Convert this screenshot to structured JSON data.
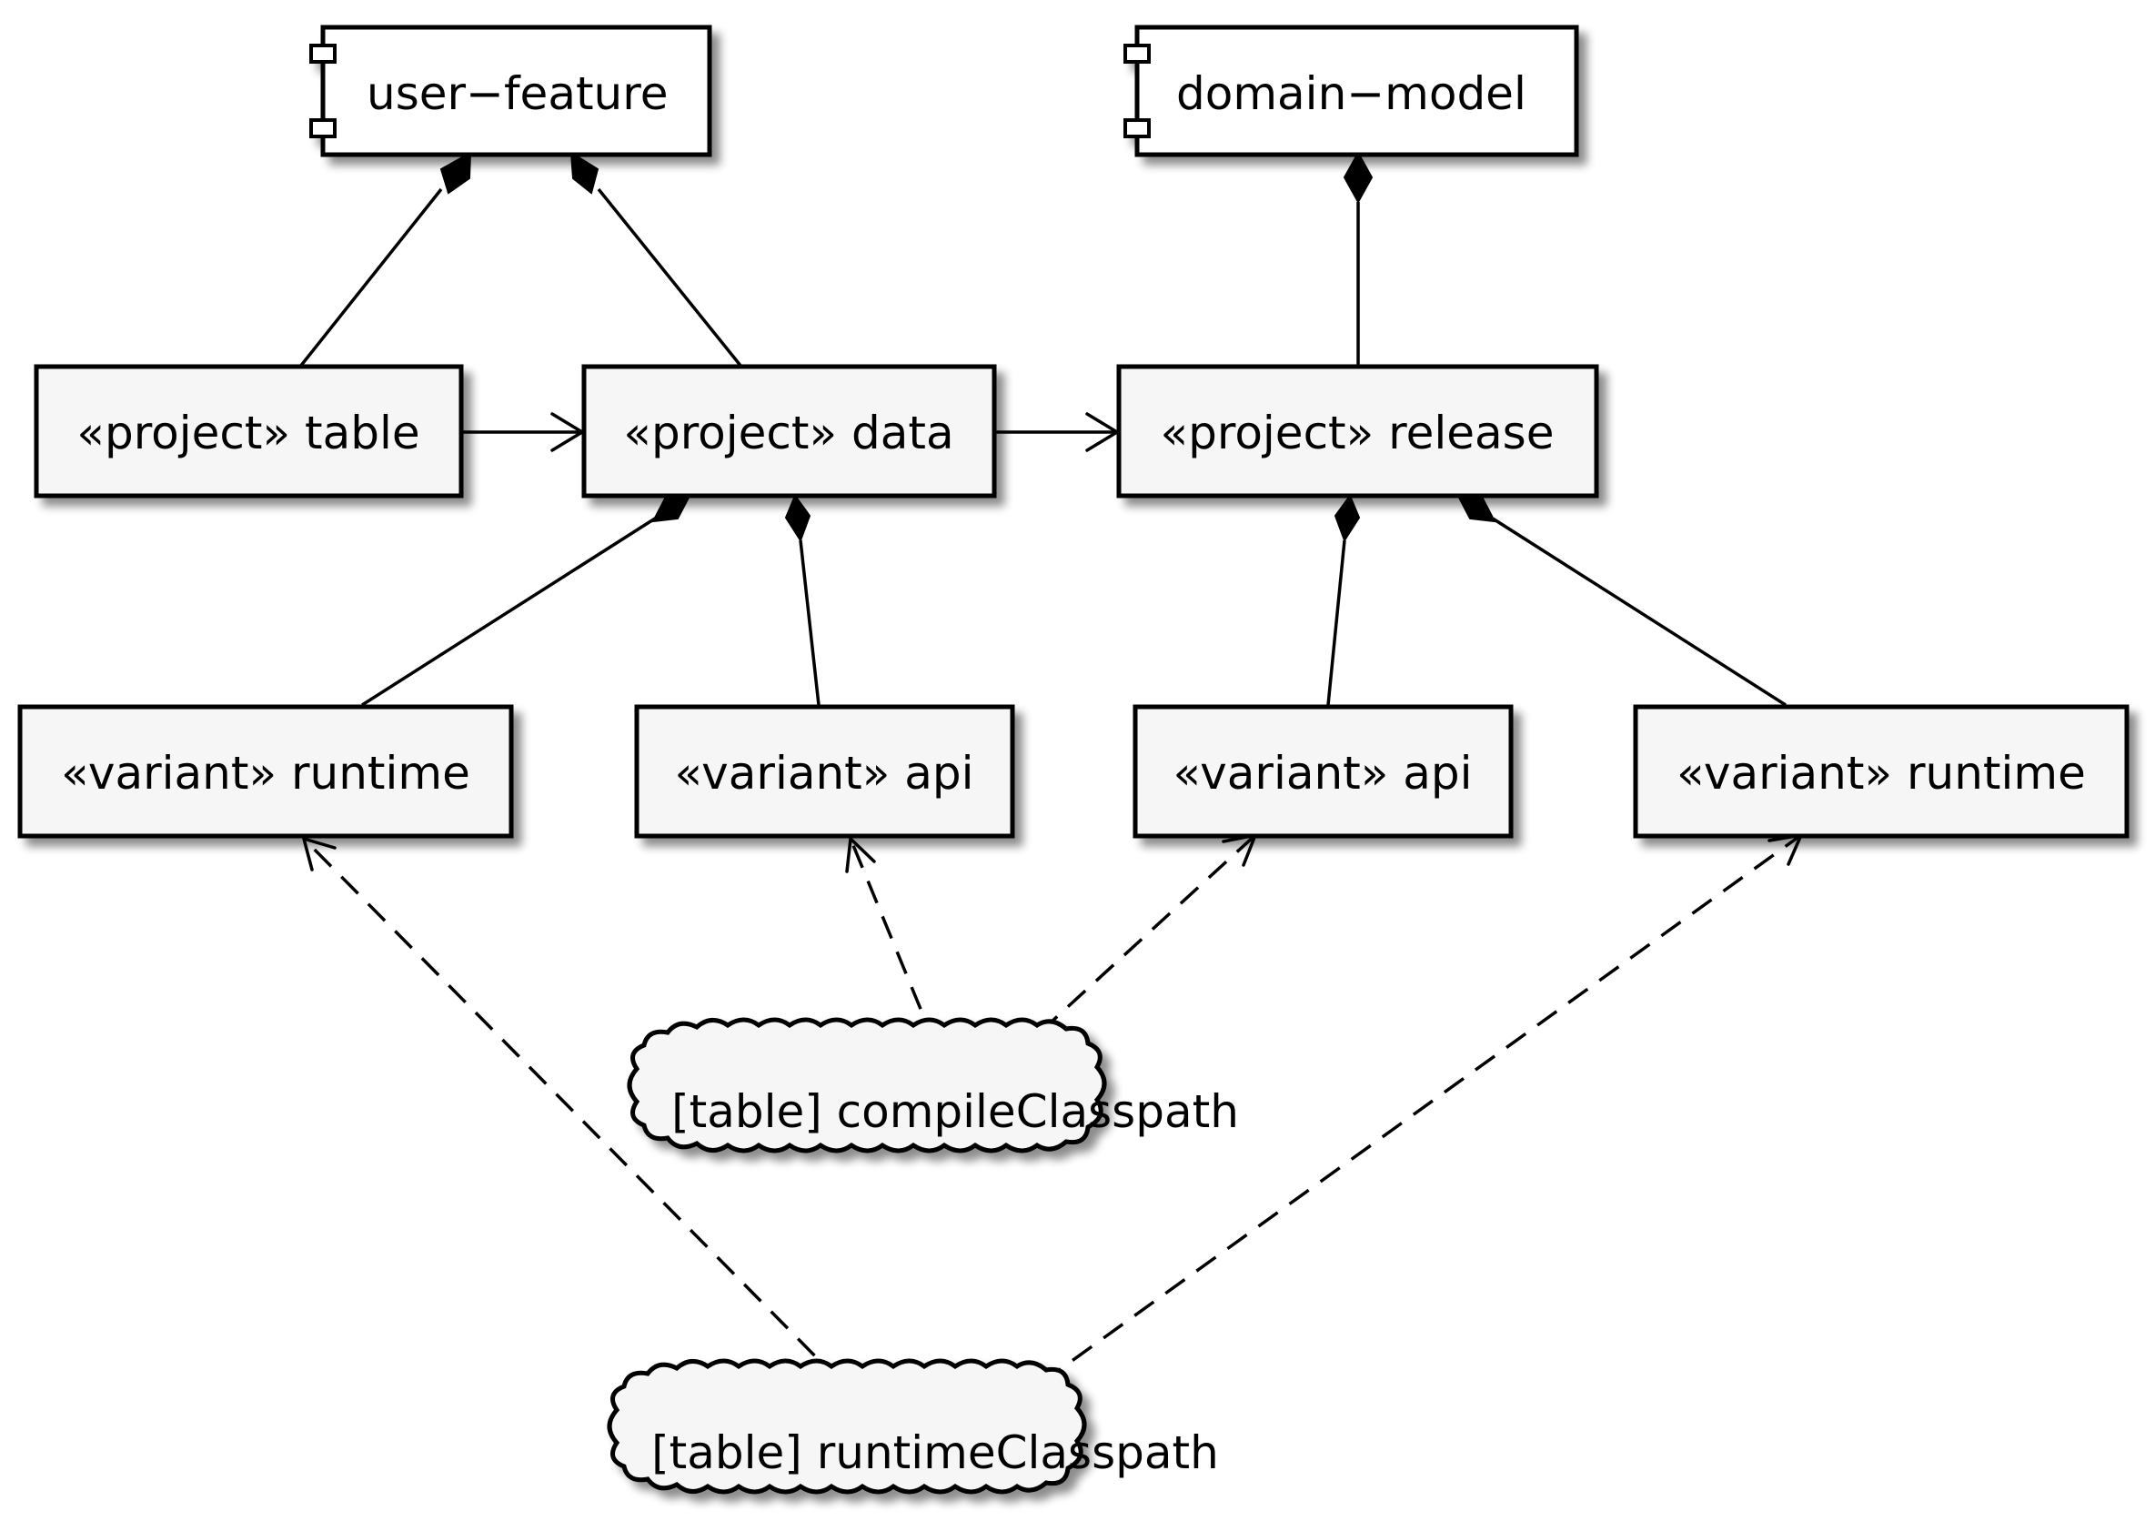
{
  "components": {
    "user_feature": "user−feature",
    "domain_model": "domain−model"
  },
  "projects": {
    "table": "«project» table",
    "data": "«project» data",
    "release": "«project» release"
  },
  "variants": {
    "data_runtime": "«variant» runtime",
    "data_api": "«variant» api",
    "release_api": "«variant» api",
    "release_runtime": "«variant» runtime"
  },
  "configurations": {
    "compile": "[table] compileClasspath",
    "runtime": "[table] runtimeClasspath"
  },
  "colors": {
    "node_fill": "#f6f6f6",
    "component_fill": "#ffffff",
    "stroke": "#000000"
  }
}
